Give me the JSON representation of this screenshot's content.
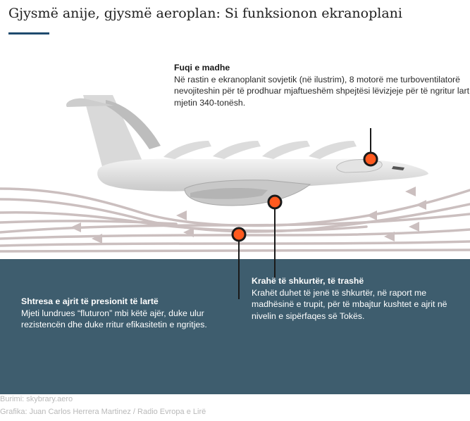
{
  "title": "Gjysmë anije, gjysmë aeroplan: Si funksionon ekranoplani",
  "annotations": {
    "fuselage": {
      "heading": "Fuqi e madhe",
      "body": "Në rastin e ekranoplanit sovjetik (në ilustrim), 8 motorë me turboventilatorë nevojiteshin për të prodhuar mjaftueshëm shpejtësi lëvizjeje për të ngritur lart mjetin 340-tonësh."
    },
    "air_layer": {
      "heading": "Shtresa e ajrit të presionit të lartë",
      "body": "Mjeti lundrues “fluturon” mbi këtë ajër, duke ulur rezistencën dhe duke rritur efikasitetin e ngritjes."
    },
    "wings": {
      "heading": "Krahë të shkurtër, të trashë",
      "body": "Krahët duhet të jenë të shkurtër, në raport me madhësinë e trupit, për të mbajtur kushtet e ajrit në nivelin e sipërfaqes së Tokës."
    }
  },
  "footer": {
    "source": "Burimi: skybrary.aero",
    "credit": "Grafika: Juan Carlos Herrera Martinez / Radio Evropa e Lirë"
  },
  "colors": {
    "sea": "#3e5d6e",
    "marker": "#ff5a1f",
    "airflow": "#cbbfbf",
    "accent_rule": "#1f4b6e"
  }
}
